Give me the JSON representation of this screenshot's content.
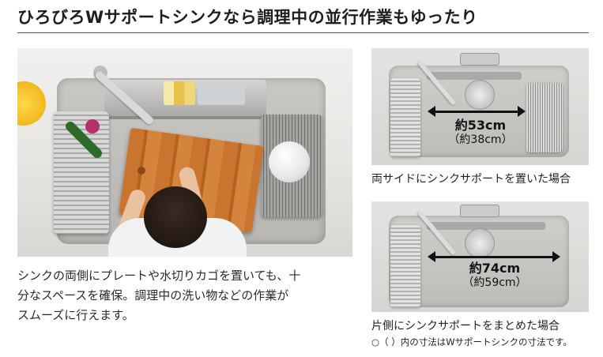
{
  "title": "ひろびろWサポートシンクなら調理中の並行作業もゆったり",
  "main_photo": {
    "description_lines": [
      "シンクの両側にプレートや水切りカゴを置いても、十",
      "分なスペースを確保。調理中の洗い物などの作業が",
      "スムーズに行えます。"
    ]
  },
  "figure1": {
    "dimension": "約53cm",
    "dimension_sub": "（約38cm）",
    "caption": "両サイドにシンクサポートを置いた場合"
  },
  "figure2": {
    "dimension": "約74cm",
    "dimension_sub": "（約59cm）",
    "caption": "片側にシンクサポートをまとめた場合"
  },
  "note": "○（ ）内の寸法はWサポートシンクの寸法です。"
}
